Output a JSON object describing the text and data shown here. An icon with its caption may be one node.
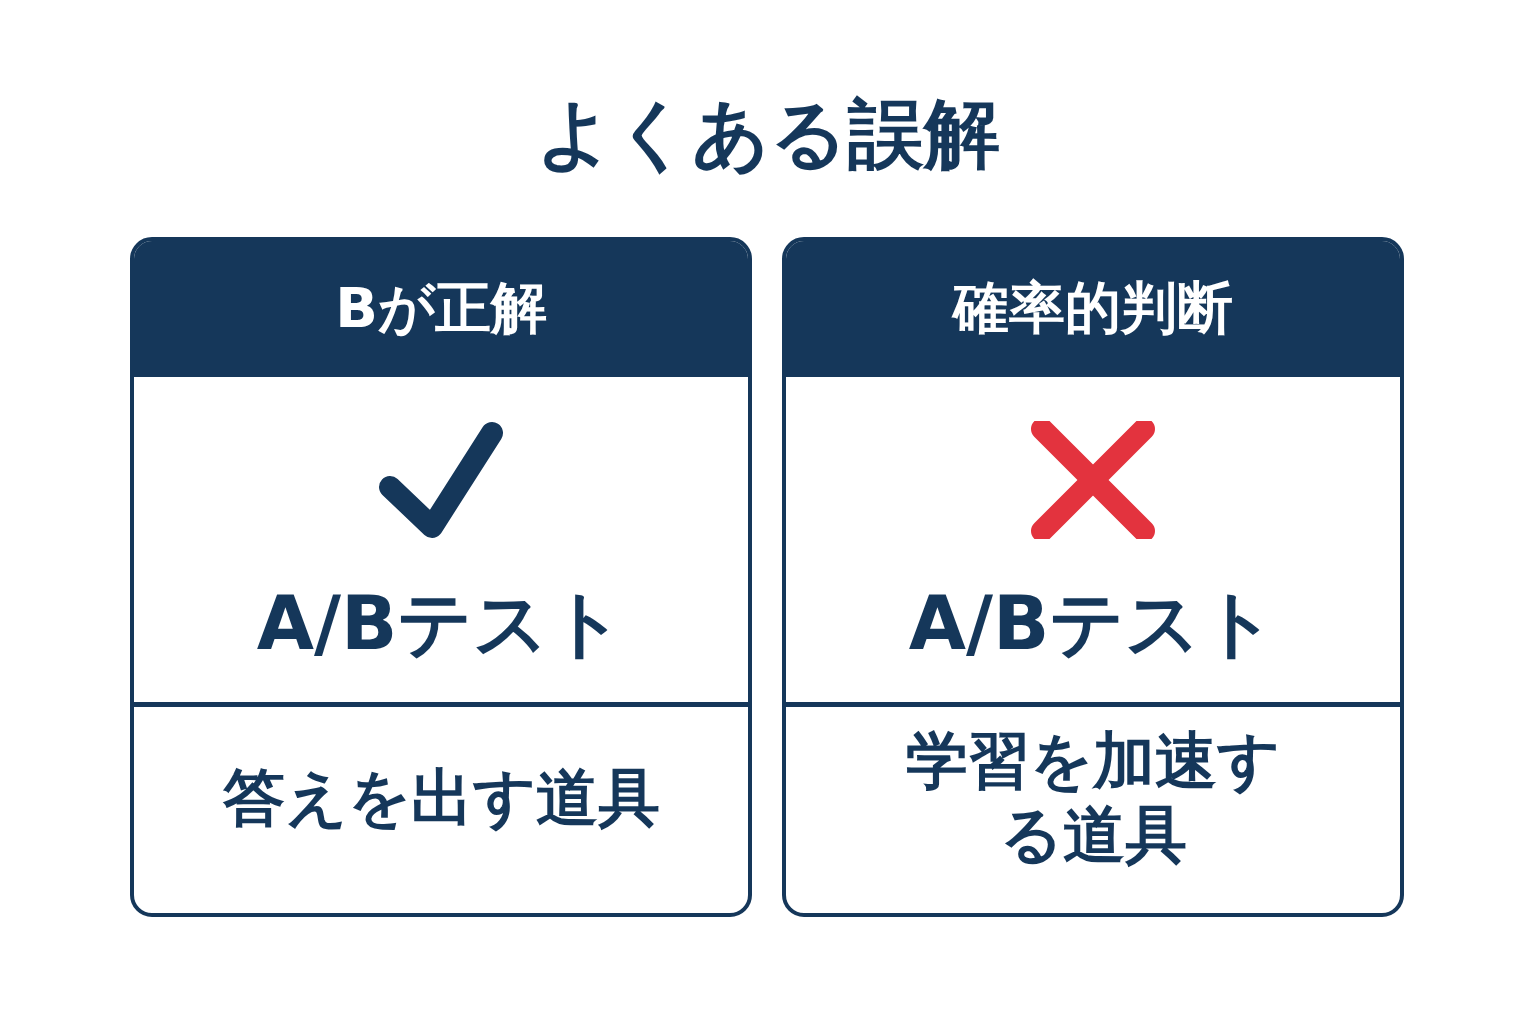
{
  "diagram": {
    "title": "よくある誤解",
    "nodes": [
      {
        "text": [
          "Bが正解"
        ]
      },
      {
        "text": [
          "A/Bテスト"
        ],
        "in": 0
      },
      {
        "text": [
          "答えを出す道具"
        ],
        "in": 0
      },
      {
        "text": [
          "確率的判断"
        ]
      },
      {
        "text": [
          "A/Bテスト"
        ],
        "in": 3
      },
      {
        "text": [
          "学習を加速する道具"
        ],
        "in": 3
      }
    ]
  }
}
